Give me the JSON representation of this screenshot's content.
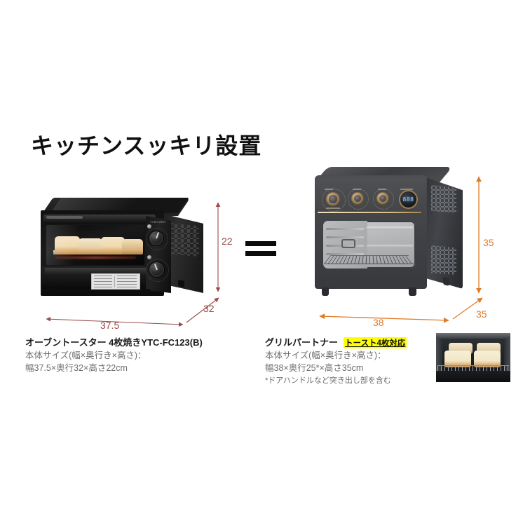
{
  "page": {
    "title": "キッチンスッキリ設置",
    "equals_symbol": "="
  },
  "left_product": {
    "name": "オーブントースター 4枚焼きYTC-FC123(B)",
    "size_label": "本体サイズ(幅×奥行き×高さ)：",
    "size_value": "幅37.5×奥行32×高さ22cm",
    "dimensions": {
      "width": "37.5",
      "depth": "32",
      "height": "22"
    },
    "brand_on_unit": "YAMAZEN",
    "arrow_color": "#9b4a4a"
  },
  "right_product": {
    "name": "グリルパートナー",
    "badge": "トースト4枚対応",
    "badge_bg": "#ffff00",
    "size_label": "本体サイズ(幅×奥行き×高さ)：",
    "size_value": "幅38×奥行25*×高さ35cm",
    "footnote": "*ドアハンドルなど突き出し部を含む",
    "dimensions": {
      "width": "38",
      "depth": "35",
      "height": "35"
    },
    "display_value": "888",
    "arrow_color": "#e07b28"
  }
}
